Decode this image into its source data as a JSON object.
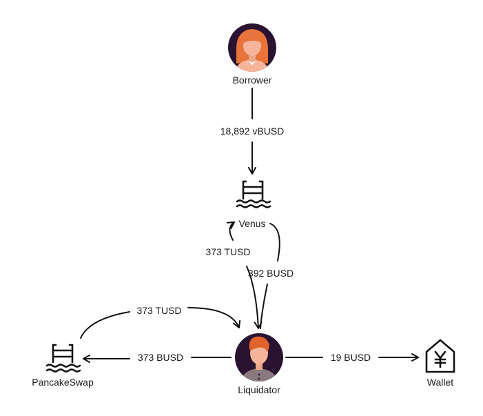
{
  "nodes": {
    "borrower": {
      "label": "Borrower",
      "icon": "borrower-avatar-icon"
    },
    "venus": {
      "label": "Venus",
      "icon": "pool-icon"
    },
    "liquidator": {
      "label": "Liquidator",
      "icon": "liquidator-avatar-icon"
    },
    "pancakeswap": {
      "label": "PancakeSwap",
      "icon": "pool-icon"
    },
    "wallet": {
      "label": "Wallet",
      "icon": "yen-wallet-icon"
    }
  },
  "edges": {
    "borrower_to_venus": "18,892 vBUSD",
    "liquidator_to_venus": "373 TUSD",
    "venus_to_liquidator": "392 BUSD",
    "pancakeswap_to_liquidator": "373 TUSD",
    "liquidator_to_pancakeswap": "373 BUSD",
    "liquidator_to_wallet": "19 BUSD"
  },
  "colors": {
    "avatar_bg": "#2a1330",
    "borrower_hair": "#e8743c",
    "liquidator_hair": "#e0632c",
    "skin": "#f6b59a",
    "stroke": "#111111"
  }
}
